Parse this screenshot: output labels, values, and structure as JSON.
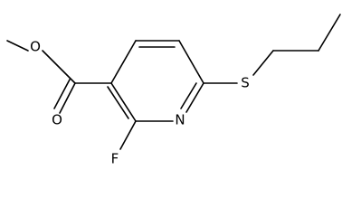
{
  "molecule": {
    "atoms": {
      "ester_oxygen": "O",
      "carbonyl_oxygen": "O",
      "ring_nitrogen": "N",
      "sulfur": "S",
      "fluorine": "F"
    }
  },
  "colors": {
    "bond": "#000000",
    "label": "#000000",
    "background": "#ffffff"
  }
}
